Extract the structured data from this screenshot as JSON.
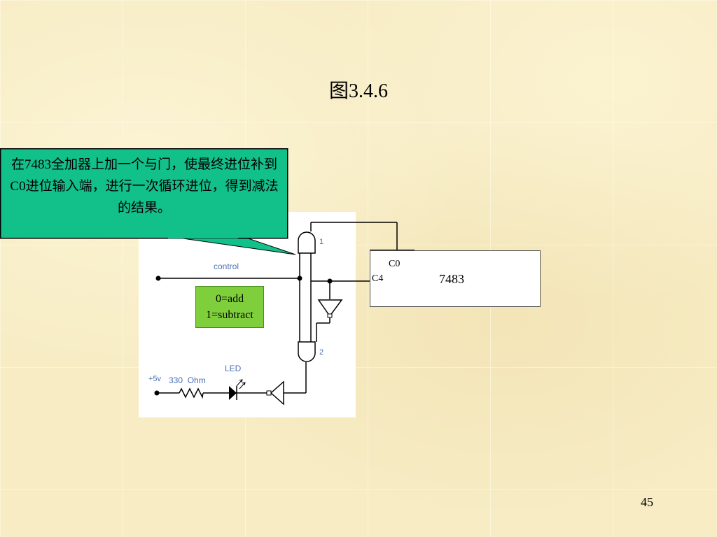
{
  "slide": {
    "title": "图3.4.6",
    "page_number": "45"
  },
  "callout": {
    "text": "在7483全加器上加一个与门，使最终进位补到C0进位输入端，进行一次循环进位，得到减法的结果。",
    "fill_color": "#12c08a"
  },
  "legend": {
    "line1": "0=add",
    "line2": "1=subtract",
    "fill_color": "#7fcf3c"
  },
  "chip": {
    "name": "7483",
    "pin_c0": "C0",
    "pin_c4": "C4"
  },
  "circuit": {
    "control_label": "control",
    "gate1_label": "1",
    "gate2_label": "2",
    "led_label": "LED",
    "supply_label": "+5v",
    "resistor_label": "330  Ohm",
    "label_color": "#4a6fb5"
  }
}
